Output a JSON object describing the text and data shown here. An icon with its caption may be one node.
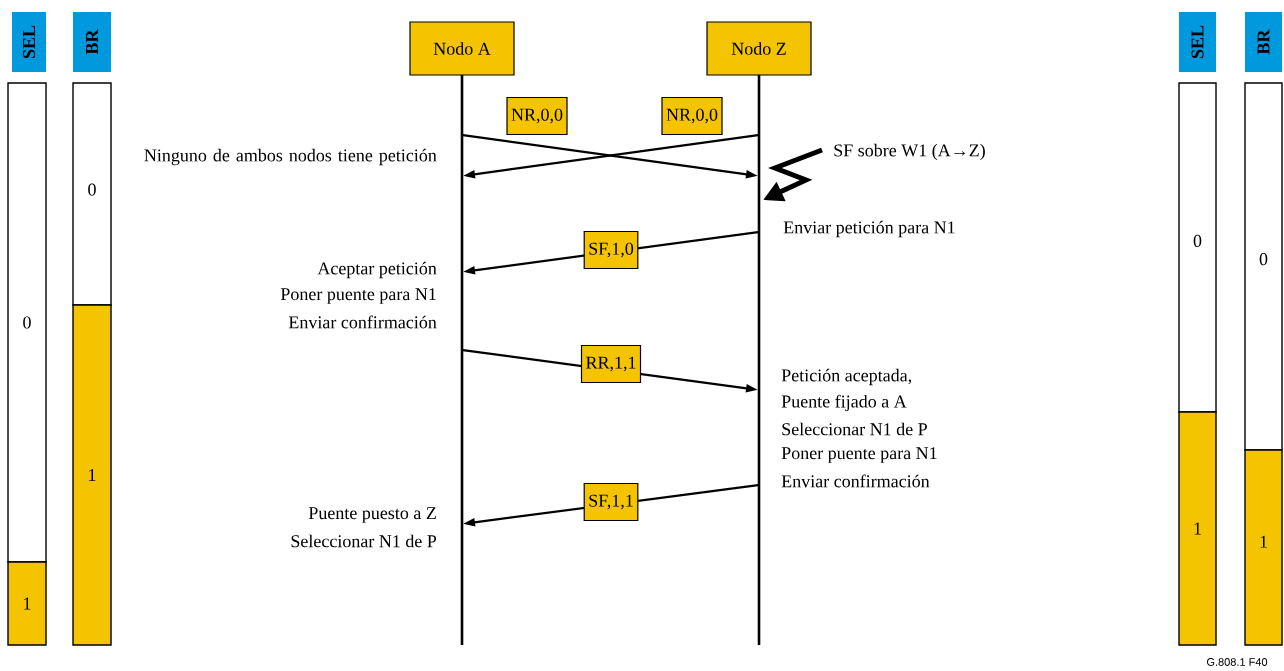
{
  "diagram": {
    "nodes": [
      {
        "text": [
          "SEL"
        ]
      },
      {
        "text": [
          "BR"
        ]
      },
      {
        "text": [
          "Nodo A"
        ]
      },
      {
        "text": [
          "Nodo Z"
        ]
      },
      {
        "text": [
          "SEL"
        ]
      },
      {
        "text": [
          "BR"
        ]
      },
      {
        "text": [
          "0"
        ]
      },
      {
        "text": [
          "1"
        ]
      },
      {
        "text": [
          "0"
        ]
      },
      {
        "text": [
          "1"
        ]
      },
      {
        "text": [
          "0"
        ]
      },
      {
        "text": [
          "1"
        ]
      },
      {
        "text": [
          "0"
        ]
      },
      {
        "text": [
          "1"
        ]
      }
    ],
    "edges": [
      {
        "from": 2,
        "to": 3,
        "arrow": "to",
        "label": "NR,0,0"
      },
      {
        "from": 3,
        "to": 2,
        "arrow": "to",
        "label": "NR,0,0"
      },
      {
        "from": null,
        "to": 3,
        "arrow": "to",
        "style": "thick"
      },
      {
        "from": 3,
        "to": 2,
        "arrow": "to",
        "label": "SF,1,0"
      },
      {
        "from": 2,
        "to": 3,
        "arrow": "to",
        "label": "RR,1,1"
      },
      {
        "from": 3,
        "to": 2,
        "arrow": "to",
        "label": "SF,1,1"
      }
    ],
    "labels": [
      "Ninguno de ambos nodos tiene petición",
      "SF sobre W1 (A→Z)",
      "Enviar petición para N1",
      "Aceptar petición",
      "Poner puente para N1",
      "Enviar confirmación",
      "Petición aceptada,",
      "Puente fijado a A",
      "Seleccionar N1 de P",
      "Poner puente para N1",
      "Enviar confirmación",
      "Puente puesto a Z",
      "Seleccionar N1 de P",
      "G.808.1 F40"
    ]
  }
}
